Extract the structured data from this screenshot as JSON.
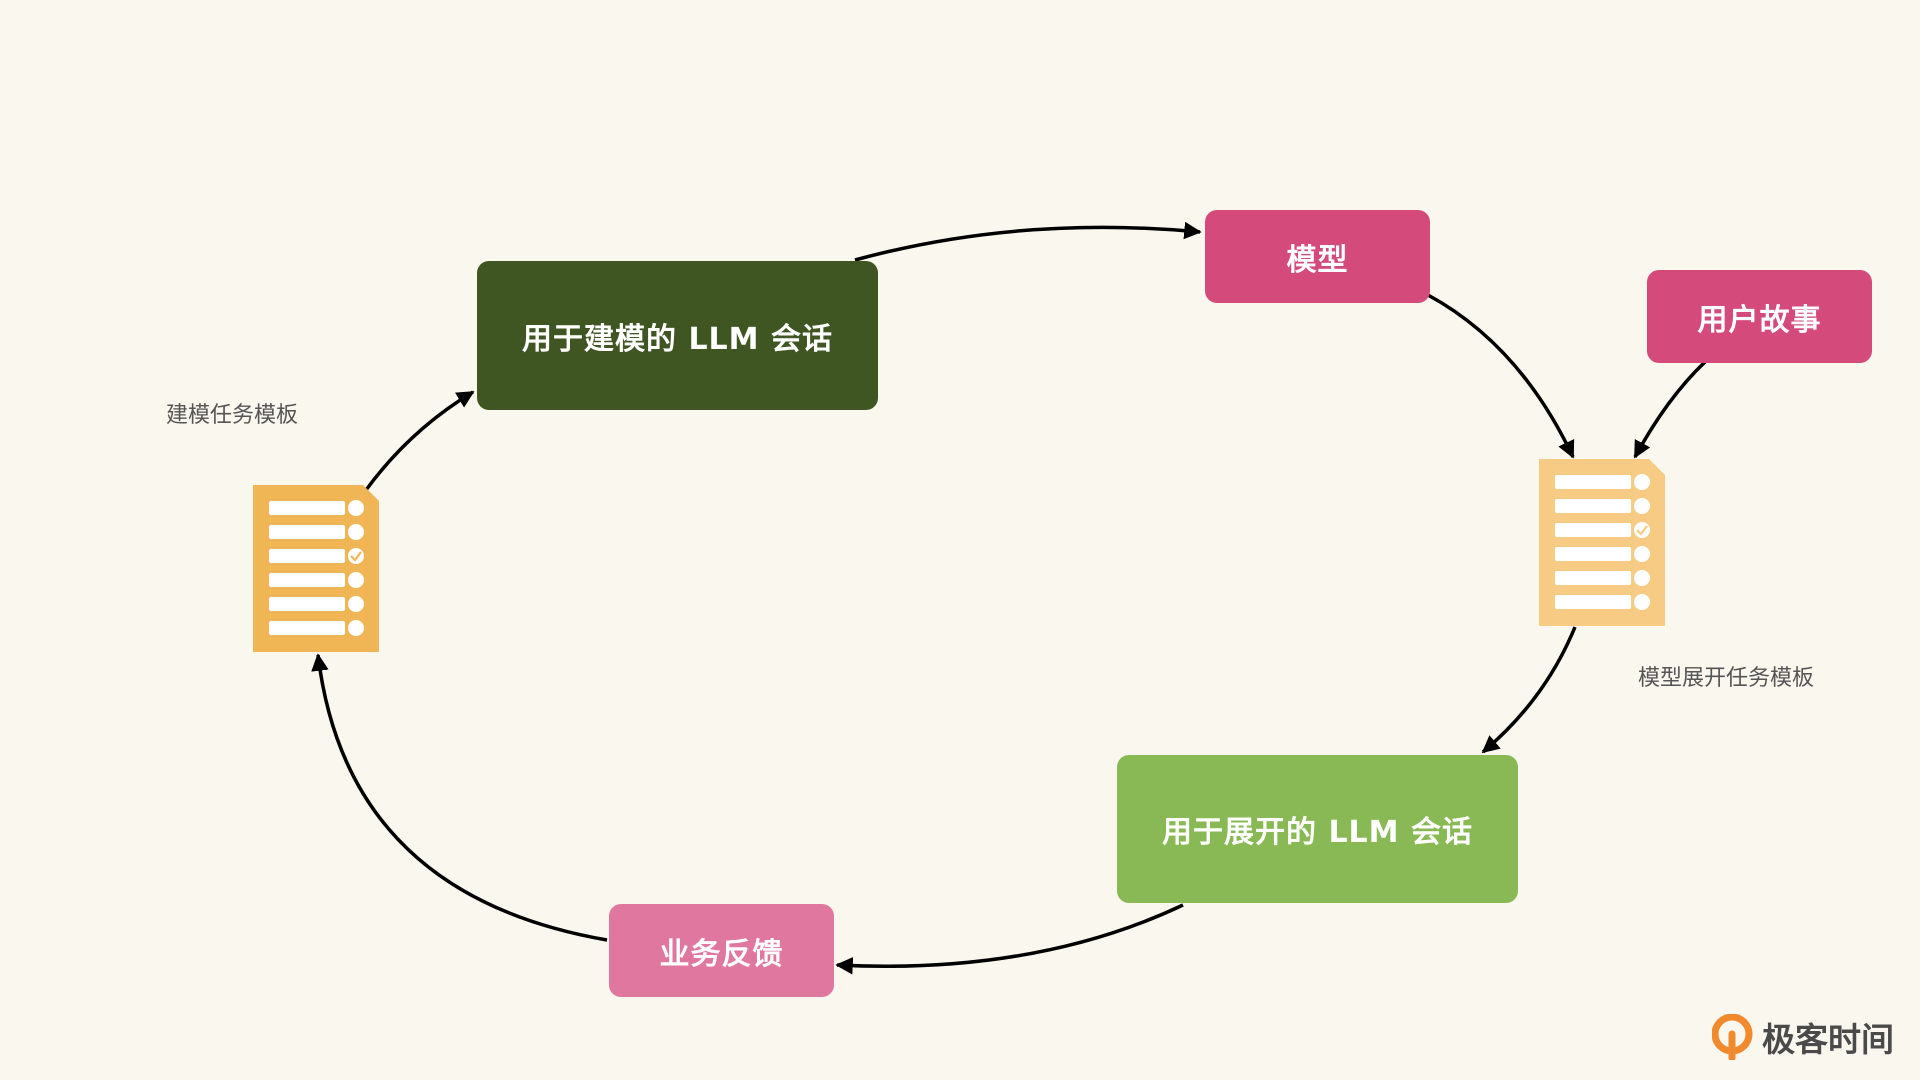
{
  "nodes": {
    "llm_modeling": "用于建模的 LLM 会话",
    "model": "模型",
    "user_story": "用户故事",
    "llm_expand": "用于展开的 LLM 会话",
    "feedback": "业务反馈"
  },
  "captions": {
    "modeling_template": "建模任务模板",
    "expand_template": "模型展开任务模板"
  },
  "logo": {
    "text": "极客时间"
  },
  "colors": {
    "background": "#faf7ef",
    "dark_green": "#3f5623",
    "light_green": "#89b955",
    "pink": "#d44a7a",
    "light_pink": "#e0779e",
    "template_orange": "#f0b655",
    "template_light_orange": "#f7cb84",
    "logo_orange": "#f08a2c"
  },
  "icons": [
    "document-checklist-icon",
    "document-checklist-icon",
    "logo-icon"
  ]
}
